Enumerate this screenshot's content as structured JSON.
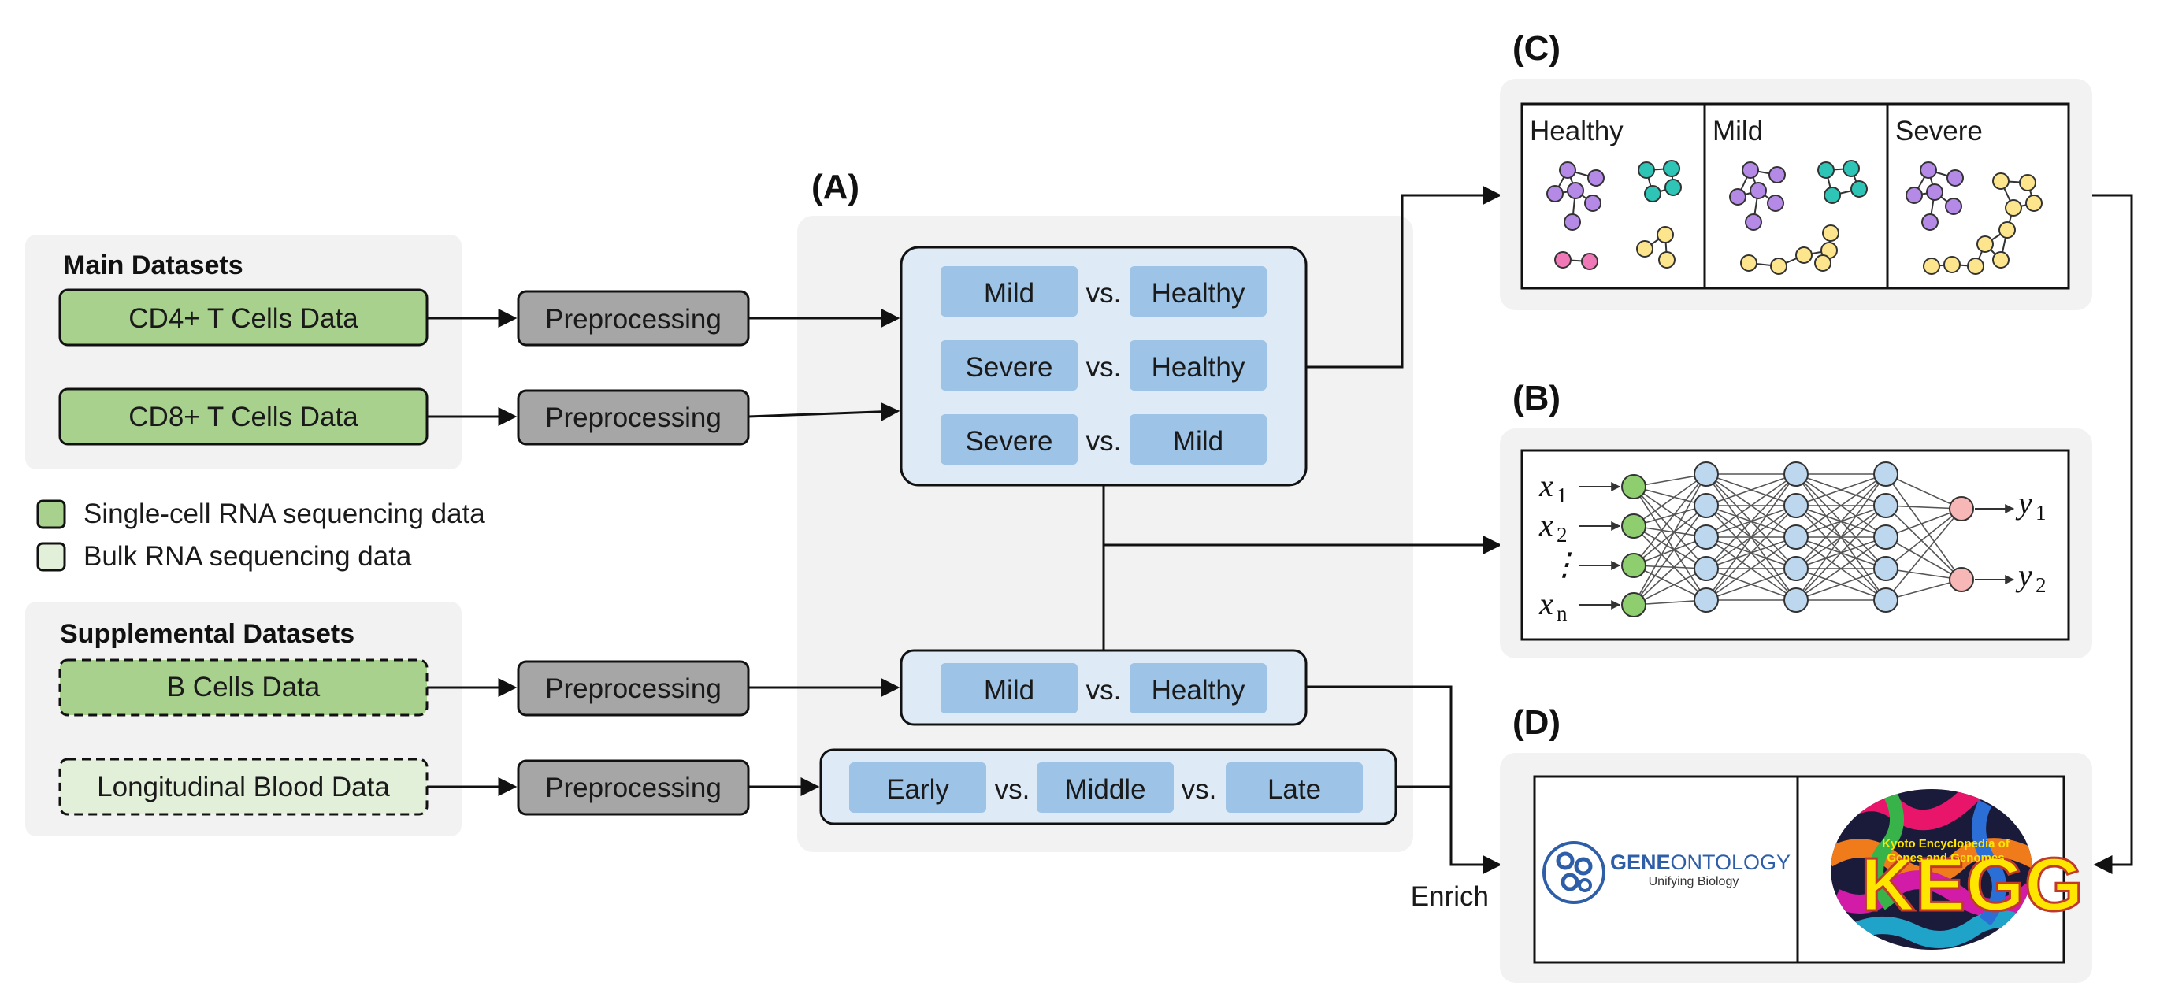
{
  "main_datasets": {
    "title": "Main Datasets",
    "items": [
      "CD4+ T Cells Data",
      "CD8+ T Cells Data"
    ]
  },
  "legend": {
    "items": [
      "Single-cell RNA sequencing data",
      "Bulk RNA sequencing data"
    ]
  },
  "supplemental_datasets": {
    "title": "Supplemental Datasets",
    "items": [
      "B Cells Data",
      "Longitudinal Blood Data"
    ]
  },
  "preprocessing_label": "Preprocessing",
  "vs_label": "vs.",
  "panel_a": {
    "label": "(A)",
    "comparisons": [
      [
        "Mild",
        "Healthy"
      ],
      [
        "Severe",
        "Healthy"
      ],
      [
        "Severe",
        "Mild"
      ]
    ],
    "b_cell_comparison": [
      "Mild",
      "Healthy"
    ],
    "longitudinal_comparison": [
      "Early",
      "Middle",
      "Late"
    ]
  },
  "panel_c": {
    "label": "(C)",
    "groups": [
      "Healthy",
      "Mild",
      "Severe"
    ]
  },
  "panel_b": {
    "label": "(B)",
    "inputs": [
      "x",
      "x",
      "⋮",
      "x"
    ],
    "input_subscripts": [
      "1",
      "2",
      "",
      "n"
    ],
    "outputs": [
      "y",
      "y"
    ],
    "output_subscripts": [
      "1",
      "2"
    ]
  },
  "panel_d": {
    "label": "(D)",
    "enrich_label": "Enrich",
    "go_logo": {
      "title": "GENEONTOLOGY",
      "title_bold": "GENE",
      "title_rest": "ONTOLOGY",
      "subtitle": "Unifying Biology"
    },
    "kegg_logo": {
      "letters": "KEGG",
      "line1": "Kyoto Encyclopedia of",
      "line2": "Genes and Genomes"
    }
  },
  "colors": {
    "sc_green": "#a9d18e",
    "bulk_green": "#e2f0d9",
    "preprocessing_gray": "#a6a6a6",
    "panel_bg": "#f2f2f2",
    "comparison_box": "#deebf7",
    "comparison_chip": "#9dc3e6",
    "nn_input": "#8fce6e",
    "nn_hidden": "#bdd7ee",
    "nn_output": "#f8b7b7",
    "cluster_purple": "#b48ae6",
    "cluster_teal": "#2ec4b6",
    "cluster_pink": "#f178b6",
    "cluster_yellow": "#fde58d"
  }
}
